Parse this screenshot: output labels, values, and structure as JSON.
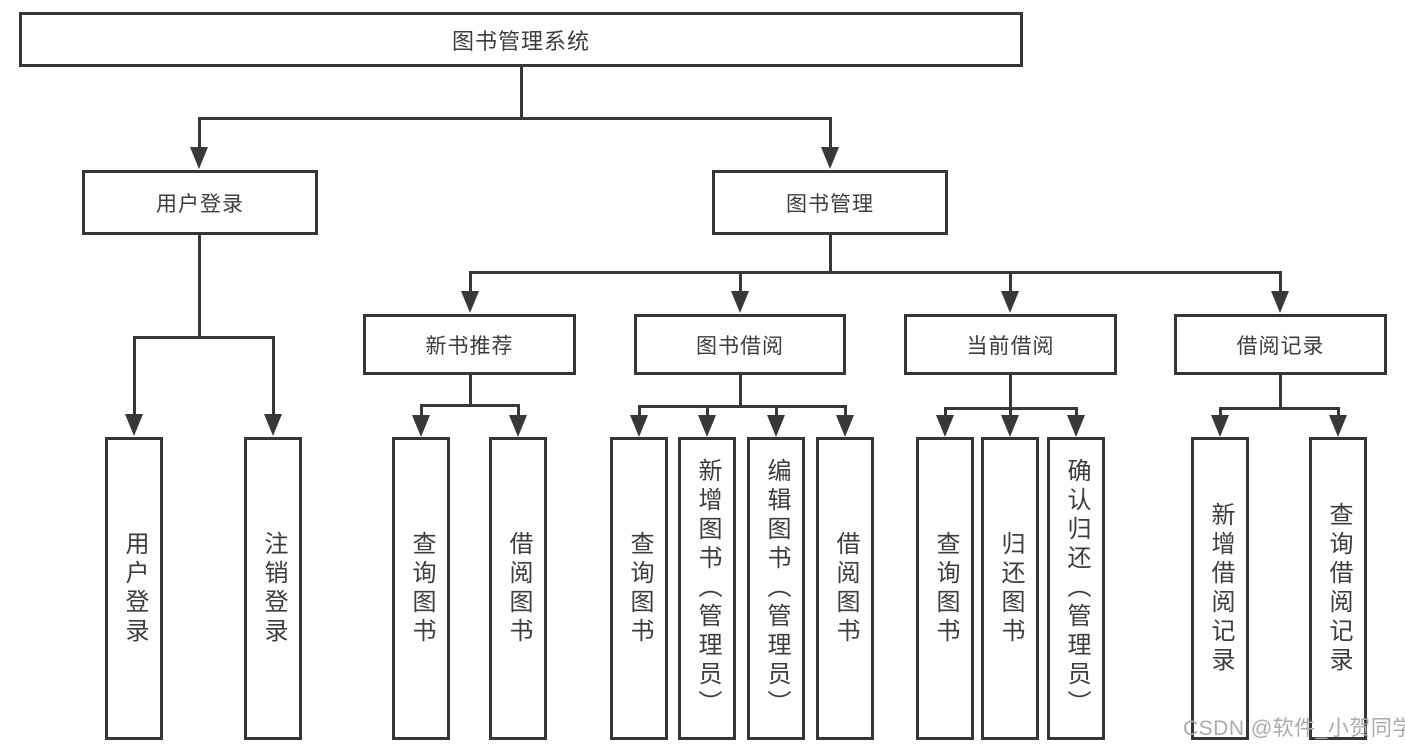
{
  "tree": {
    "label": "图书管理系统",
    "children": [
      {
        "label": "用户登录",
        "children": [
          {
            "label": "用户登录"
          },
          {
            "label": "注销登录"
          }
        ]
      },
      {
        "label": "图书管理",
        "children": [
          {
            "label": "新书推荐",
            "children": [
              {
                "label": "查询图书"
              },
              {
                "label": "借阅图书"
              }
            ]
          },
          {
            "label": "图书借阅",
            "children": [
              {
                "label": "查询图书"
              },
              {
                "label": "新增图书（管理员）"
              },
              {
                "label": "编辑图书（管理员）"
              },
              {
                "label": "借阅图书"
              }
            ]
          },
          {
            "label": "当前借阅",
            "children": [
              {
                "label": "查询图书"
              },
              {
                "label": "归还图书"
              },
              {
                "label": "确认归还（管理员）"
              }
            ]
          },
          {
            "label": "借阅记录",
            "children": [
              {
                "label": "新增借阅记录"
              },
              {
                "label": "查询借阅记录"
              }
            ]
          }
        ]
      }
    ]
  },
  "watermark": {
    "text": "CSDN @软件_小贺同学"
  },
  "colors": {
    "line": "#383838",
    "border": "#363636",
    "text": "#3d3d3d",
    "watermark": "#ababab",
    "background": "#ffffff"
  }
}
